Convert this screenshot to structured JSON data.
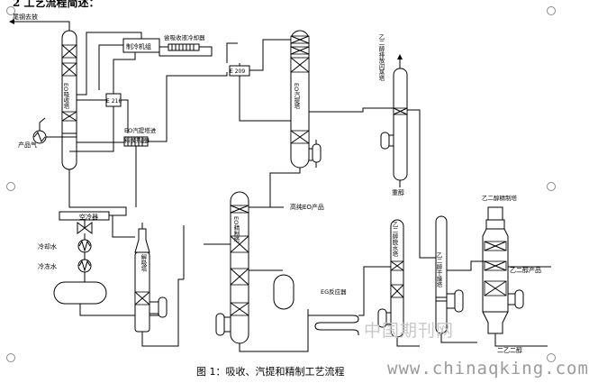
{
  "heading": "2   工艺流程简述：",
  "caption": "图 1：吸收、汽提和精制工艺流程",
  "watermark_cn": "中国期刊网",
  "watermark_url": "www.chinaqking.com",
  "labels": {
    "vent_gas": "尾钢去放",
    "absorber_top_condenser": "尝吸收液冷却器",
    "refrigerator": "制冷机组",
    "exchanger_216": "E 216",
    "exchanger_209": "E 209",
    "eo_absorber": "EO吸收塔",
    "product_gas": "产品气",
    "eo_stripper_exchanger_line1": "EO汽提塔进",
    "eo_stripper_exchanger_line2": "料换热器I",
    "eo_stripper": "EO汽提塔",
    "glycol_vent_col": "乙二醇排放闪蒸塔",
    "air_cooler": "空冷器",
    "cooling_water": "冷却水",
    "chilled_water": "冷冻水",
    "desorber": "解吸塔",
    "eo_refiner": "EO精制塔",
    "high_purity_eo": "高纯EO产品",
    "gas_out": "重醇",
    "eg_reactor": "EG反应器",
    "eg_dehydration": "乙二醇脱水塔",
    "eg_refining": "乙二醇精制塔",
    "eg_stripper": "乙二醇干燥塔",
    "meg_product": "乙二醇产品",
    "deg": "二乙二醇"
  }
}
